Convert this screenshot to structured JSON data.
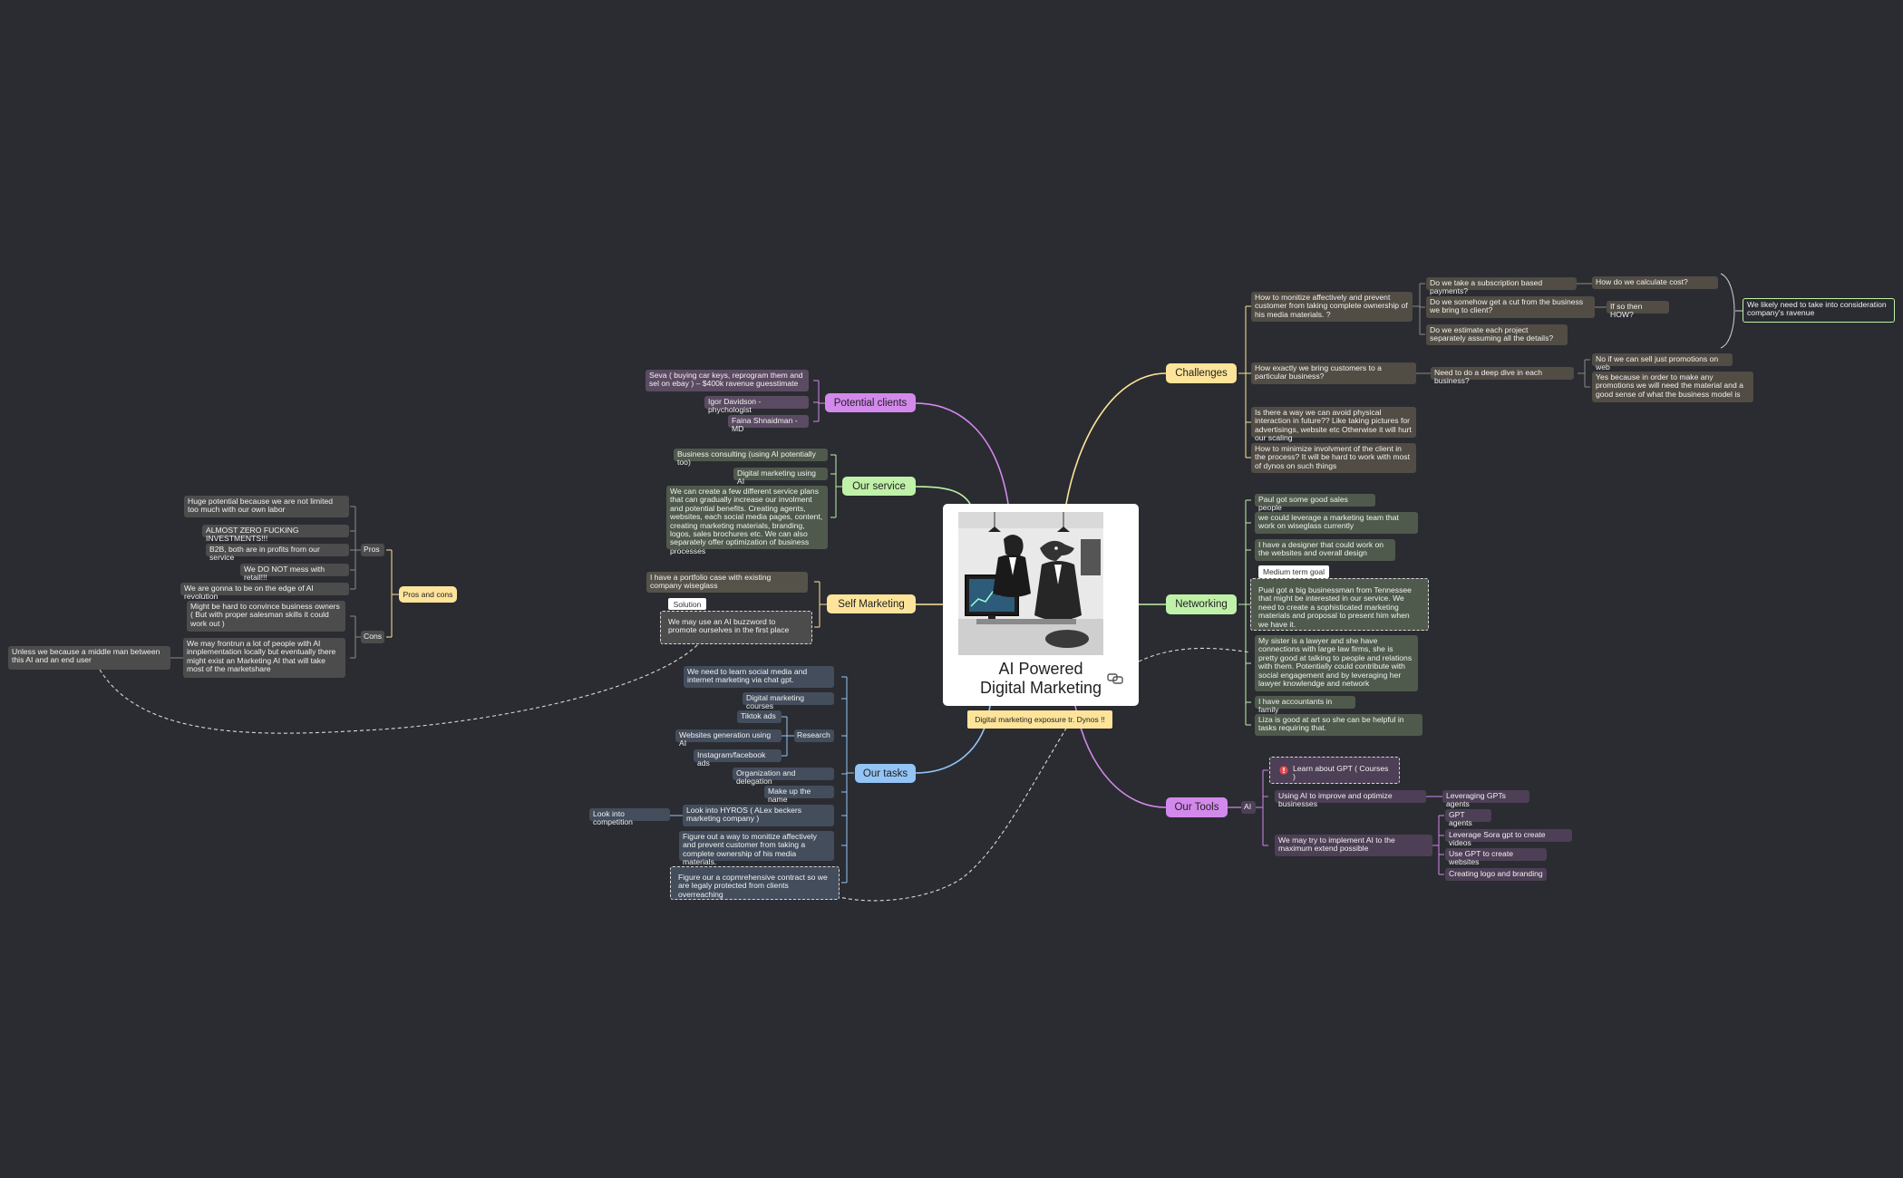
{
  "central": {
    "title_line1": "AI Powered",
    "title_line2": "Digital Marketing",
    "image_icon": "businessman-and-raptor-at-computer-illustration",
    "link_icon": "link-icon"
  },
  "branches": {
    "potential_clients": "Potential clients",
    "our_service": "Our service",
    "self_marketing": "Self Marketing",
    "our_tasks": "Our tasks",
    "challenges": "Challenges",
    "networking": "Networking",
    "our_tools": "Our Tools",
    "digital_exposure": "Digital marketing exposure tr. Dynos !!"
  },
  "potential_clients": [
    "Seva ( buying car keys, reprogram them and sel on ebay ) – $400k ravenue guesstimate",
    "Igor Davidson - phychologist",
    "Faina Shnaidman - MD"
  ],
  "our_service": [
    "Business consulting (using AI potentially too)",
    "Digital marketing using AI",
    "We can create a few different service plans that can gradually increase our involment and potential benefits. Creating agents, websites, each social media pages, content, creating marketing materials, branding, logos, sales brochures etc. We can also separately offer optimization of business processes"
  ],
  "self_marketing": {
    "portfolio": "I have a portfolio case with existing company wiseglass",
    "solution_label": "Solution",
    "buzzword": "We may use an AI buzzword to promote ourselves in the first place"
  },
  "pros_cons": {
    "label": "Pros and cons",
    "pros_label": "Pros",
    "cons_label": "Cons",
    "pros": [
      "Huge potential because we are not limited too much with our own labor",
      "ALMOST ZERO FUCKING INVESTMENTS!!!",
      "B2B, both are in profits from our service",
      "We DO NOT mess with retail!!!",
      "We are gonna to be on the edge of AI revolution"
    ],
    "cons": [
      "Might be hard to convince business owners ( But with proper salesman skills it could work out )",
      "We may frontrun a lot of people with AI innplementation locally but eventually there might exist an Marketing AI that will take most of the marketshare"
    ],
    "middleman": "Unless we because a middle man between this AI and an end user"
  },
  "our_tasks": {
    "items": [
      "We need to learn social media and internet marketing via chat gpt.",
      "Digital marketing courses",
      "Organization and delegation",
      "Make up the name",
      "Look into HYROS ( ALex beckers marketing company )",
      "Figure out a way to monitize affectively and prevent customer from taking a complete ownership of his media materials.",
      "Figure our a copmrehensive contract so we are legaly protected from clients overreaching"
    ],
    "research_label": "Research",
    "research": [
      "Tiktok ads",
      "Websites generation using AI",
      "Instagram/facebook ads"
    ],
    "competition": "Look into competition"
  },
  "challenges": {
    "monetize": "How to monitize affectively and prevent customer from taking  complete ownership of his media materials. ?",
    "subscription": "Do we take a subscription based payments?",
    "calculate": "How do we calculate cost?",
    "cut": "Do we somehow get a cut from the business we bring to client?",
    "how": "If so then HOW?",
    "estimate": "Do we estimate each project separately assuming all the details?",
    "revenue": "We likely need to take into consideration company's ravenue",
    "bring_customers": "How exactly we bring customers to a particular business?",
    "deep_dive": "Need to do a deep dive in each business?",
    "no_web": "No if we can sell just promotions on web",
    "yes_material": "Yes because in order to make any promotions we will need the material and a good sense of what the business model is",
    "avoid": "Is there a way we can avoid physical interaction in future?? Like taking pictures for advertisings, website etc Otherwise it will hurt our scaling",
    "minimize": "How to minimize involvment of the client in the process? It will be hard to work with most of dynos on such things"
  },
  "networking": {
    "paul_sales": "Paul got some good sales people",
    "wiseglass": "we could leverage a marketing team that work on wiseglass currently",
    "designer": "I have a designer that could work on the websites and overall design",
    "goal_label": "Medium term goal",
    "tennessee": "Pual got a big businessman from Tennessee that might be interested in our service. We need to create a sophisticated marketing materials and proposal to present him when we have it.",
    "sister": "My sister is a lawyer and she have connections with large law firms, she is pretty good at talking to people and relations with them. Potentially could contribute with social engagement and by leveraging her lawyer knowlendge and network",
    "accountants": "I have accountants in family",
    "liza": "Liza is good at art so she can be helpful in tasks requiring that."
  },
  "our_tools": {
    "learn_gpt": "Learn about GPT ( Courses )",
    "ai_label": "AI",
    "using_ai": "Using AI to improve and optimize businesses",
    "leveraging": "Leveraging GPTs agents",
    "implement": "We may try to implement AI to the maximum extend possible",
    "sub": [
      "GPT agents",
      "Leverage Sora gpt to create videos",
      "Use GPT to create websites",
      "Creating logo and branding"
    ]
  },
  "colors": {
    "background": "#2a2c31",
    "purple": "#d389ec",
    "green": "#c0f1a8",
    "yellow": "#fde49a",
    "blue": "#93c4f5",
    "node_gray": "#4c4c4c"
  }
}
